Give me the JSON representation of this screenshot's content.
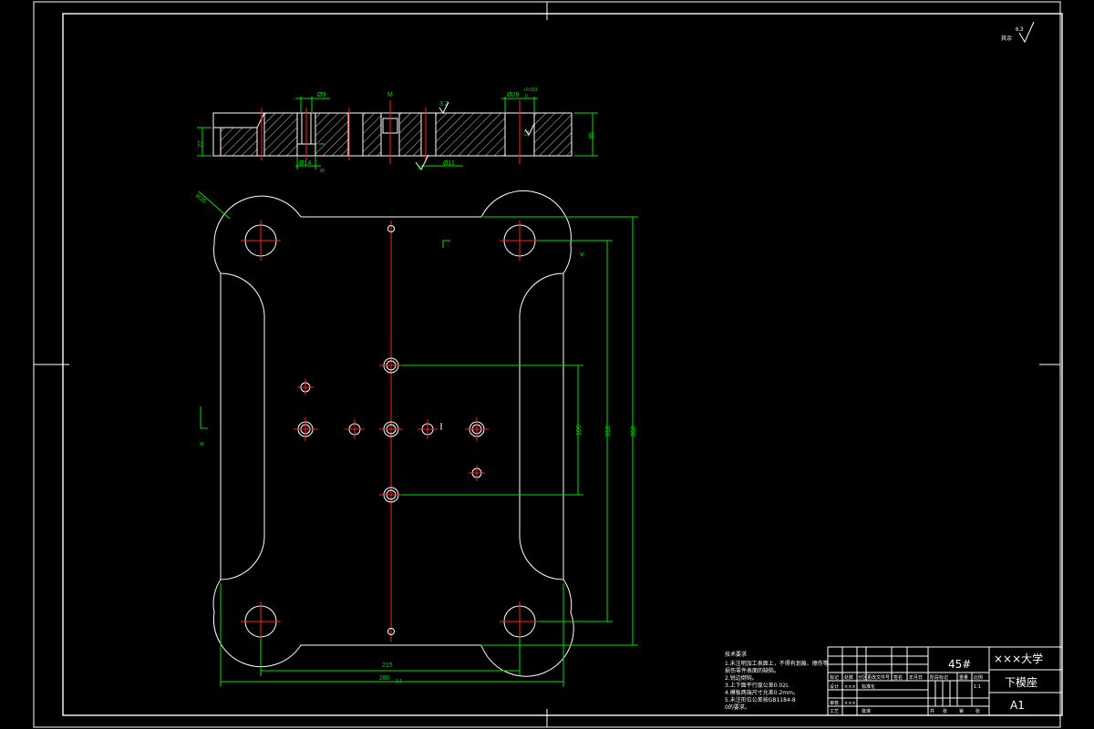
{
  "roughness": {
    "value": "6.3",
    "prefix": "其余"
  },
  "top_view": {
    "dims": {
      "hole_d9": "Ø9",
      "hole_m": "M",
      "dim_32": "3.2",
      "bore_d28": "Ø28",
      "bore_tol": "+0.033",
      "bore_tol0": "0",
      "height_22": "22",
      "height_35": "35",
      "depth_12": "12",
      "cb_d14": "Ø14",
      "cb_depth": "9",
      "pin_d11": "Ø11",
      "rough_small": "32"
    }
  },
  "plan_view": {
    "dims": {
      "radius": "R36",
      "dim_100": "100",
      "dim_310": "310",
      "dim_350": "350",
      "dim_215": "215",
      "dim_280": "280",
      "dim_280_tol": "0.1",
      "section_k_top": "K",
      "section_k_left": "K"
    }
  },
  "notes": {
    "title": "技术要求",
    "lines": [
      "1.未注明加工表面上，不得有划痕、擦伤等",
      "  损伤零件表面的缺陷。",
      "2.锐边倒钝。",
      "3.上下面平行度公差0.02L",
      "4.模板两端尺寸允差0.2mm。",
      "5.未注形位公差按GB1184-8",
      "  0的要求。"
    ]
  },
  "title_block": {
    "material": "45#",
    "school": "×××大学",
    "part_name": "下模座",
    "sheet_size": "A1",
    "scale": "1:1",
    "cells": {
      "mark": "标记",
      "count": "处数",
      "zone": "分区",
      "change_doc": "更改文件号",
      "sign": "签名",
      "date": "年月日",
      "design": "设计",
      "design_name": "×××",
      "standard": "标准化",
      "stage_mark": "阶段标记",
      "weight": "重量",
      "ratio": "比例",
      "check": "审核",
      "process": "工艺",
      "process_name": "×××",
      "approve": "批准",
      "total": "共",
      "sheets": "张",
      "page": "第",
      "page_suffix": "张"
    }
  }
}
